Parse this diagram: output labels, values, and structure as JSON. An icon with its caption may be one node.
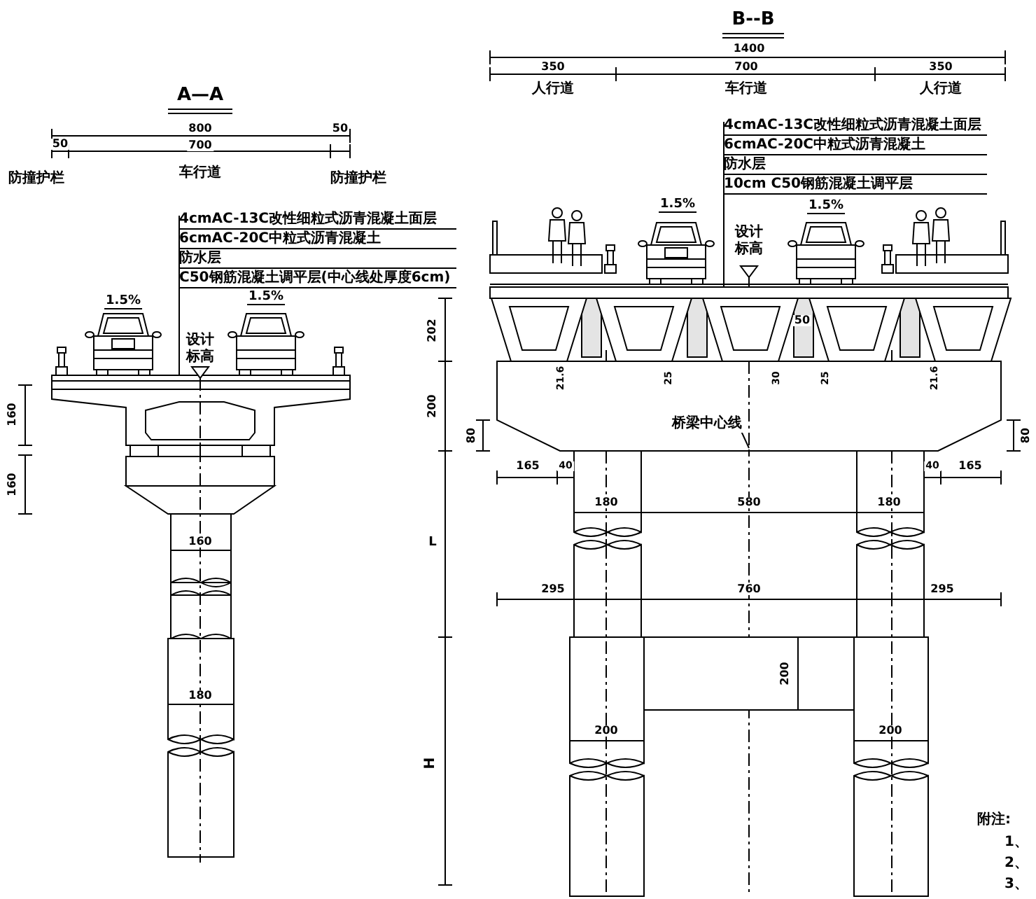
{
  "diagram": {
    "nodes": [
      {
        "text": [
          "4cmAC-13C改性细粒式沥青混凝土面层",
          "6cmAC-20C中粒式沥青混凝土",
          "防水层",
          "C50钢筋混凝土调平层(中心线处厚度6cm)"
        ]
      },
      {
        "text": [
          "4cmAC-13C改性细粒式沥青混凝土面层",
          "6cmAC-20C中粒式沥青混凝土",
          "防水层",
          "10cm C50钢筋混凝土调平层"
        ]
      },
      {
        "text": [
          "桥梁中心线"
        ]
      }
    ],
    "edges": [
      {
        "from": 0,
        "to": null,
        "arrow": "none"
      },
      {
        "from": 1,
        "to": null,
        "arrow": "none"
      },
      {
        "from": 2,
        "to": null,
        "arrow": "none"
      }
    ],
    "labels": [
      "A—A",
      "800",
      "50",
      "50",
      "700",
      "防撞护栏",
      "车行道",
      "防撞护栏",
      "1.5%",
      "1.5%",
      "设计标高",
      "160",
      "160",
      "160",
      "180",
      "B--B",
      "1400",
      "350",
      "700",
      "350",
      "人行道",
      "车行道",
      "人行道",
      "1.5%",
      "1.5%",
      "设计标高",
      "202",
      "50",
      "21.6",
      "25",
      "30",
      "25",
      "21.6",
      "200",
      "80",
      "80",
      "165",
      "40",
      "40",
      "165",
      "180",
      "580",
      "180",
      "L",
      "295",
      "760",
      "295",
      "200",
      "200",
      "200",
      "H",
      "附注:",
      "1、",
      "2、",
      "3、"
    ]
  }
}
